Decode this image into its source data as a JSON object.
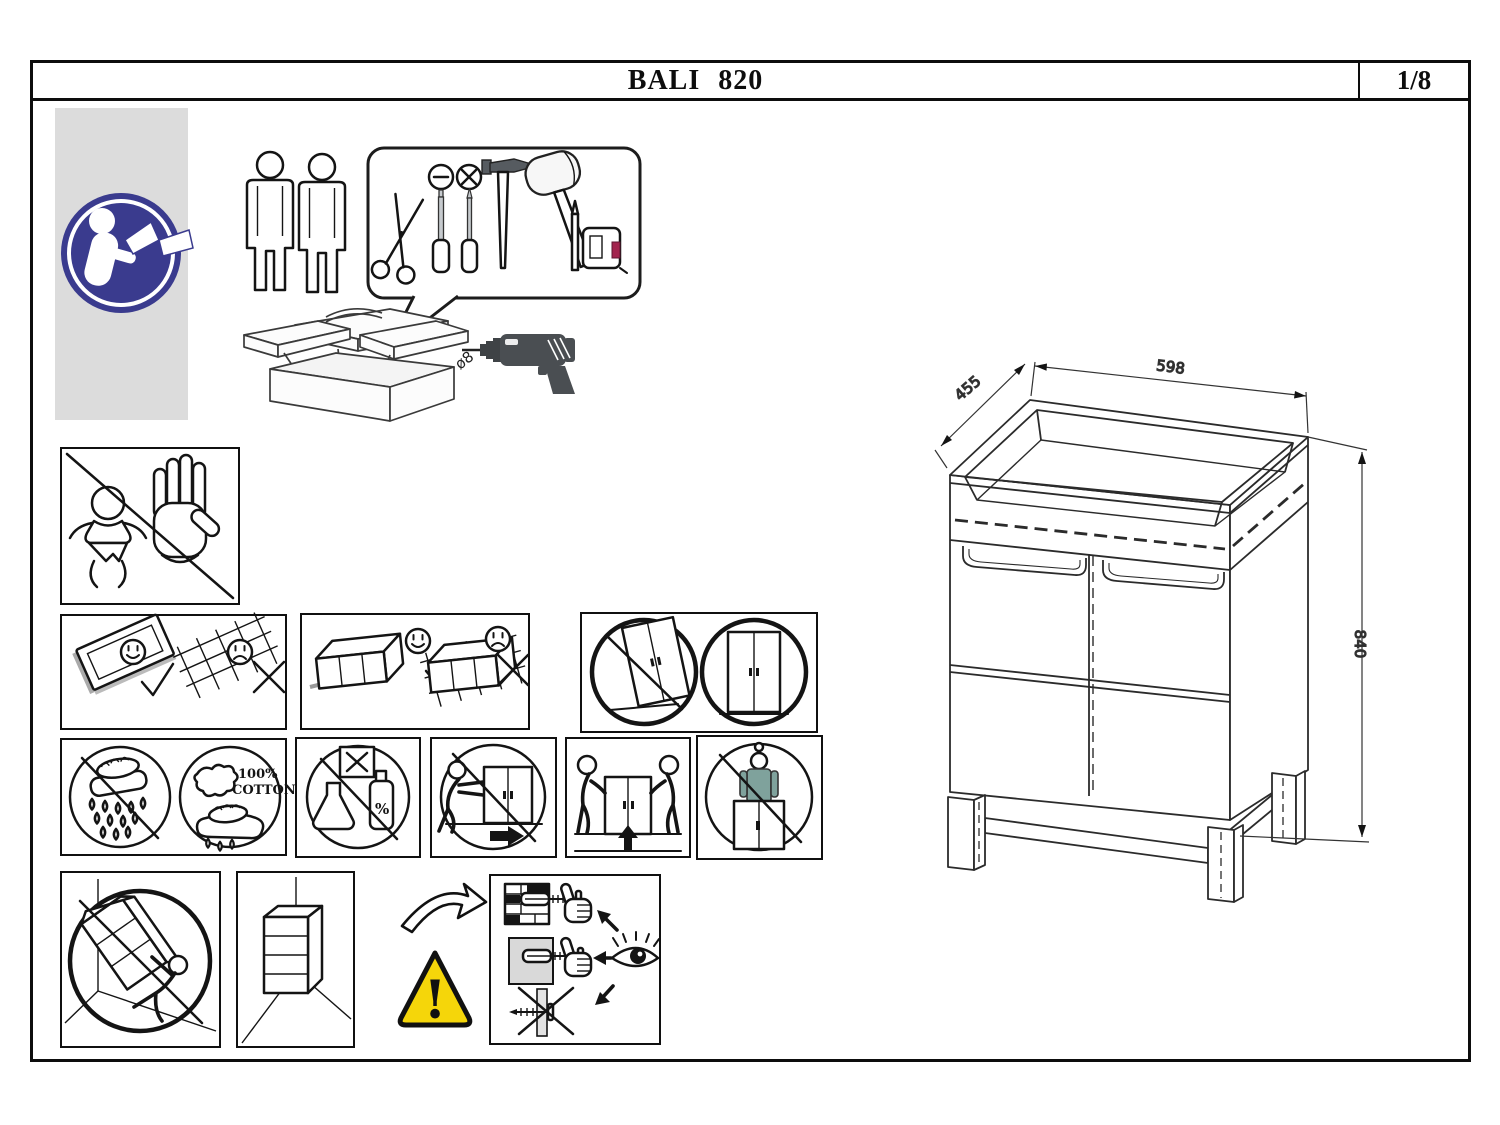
{
  "header": {
    "title": "BALI 820",
    "page": "1/8"
  },
  "drawing": {
    "depth": "455",
    "width": "598",
    "height": "840"
  },
  "tools": {
    "drill_bit": "ø8"
  },
  "labels": {
    "cotton_top": "100%",
    "cotton_bottom": "COTTON",
    "percent": "%",
    "exclamation": "!"
  },
  "colors": {
    "manual_blue": "#3a3b8e",
    "warning_yellow": "#f5d60a",
    "figure_teal": "#7fa29c",
    "tape_red": "#a2244e",
    "tool_gray": "#4a4e52",
    "panel_gray": "#dcdcdc"
  },
  "icons": {
    "read-manual-icon": "person reading instructions in blue circle",
    "two-person-assembly-icon": "two people silhouettes",
    "required-tools-icon": "scissors, screwdrivers, hammer, mallet, pencil, tape",
    "toolbox-icon": "open cantilever toolbox",
    "drill-icon": "power drill with 8 mm bit",
    "keep-children-away-icon": "baby and stop hand crossed",
    "soft-surface-good-icon": "carpet good / tiles bad",
    "unit-on-soft-surface-icon": "cabinet on carpet good / tiles bad",
    "do-not-lean-icon": "tilted wardrobe crossed, upright ok",
    "dry-cloth-icon": "no wet sponge, use 100% cotton cloth",
    "no-chemicals-icon": "no flask or solvent bottle",
    "do-not-push-icon": "do not slide cabinet",
    "lift-with-two-icon": "two people lift cabinet",
    "do-not-climb-icon": "person on cabinet crossed",
    "tip-over-hazard-icon": "falling shelf on person crossed",
    "place-in-corner-icon": "shelf unit against wall",
    "curved-arrow-icon": "swoosh arrow",
    "warning-triangle-icon": "yellow exclamation triangle",
    "wall-fixing-check-icon": "screw anchors in brick/solid wall ok, plasterboard not"
  }
}
